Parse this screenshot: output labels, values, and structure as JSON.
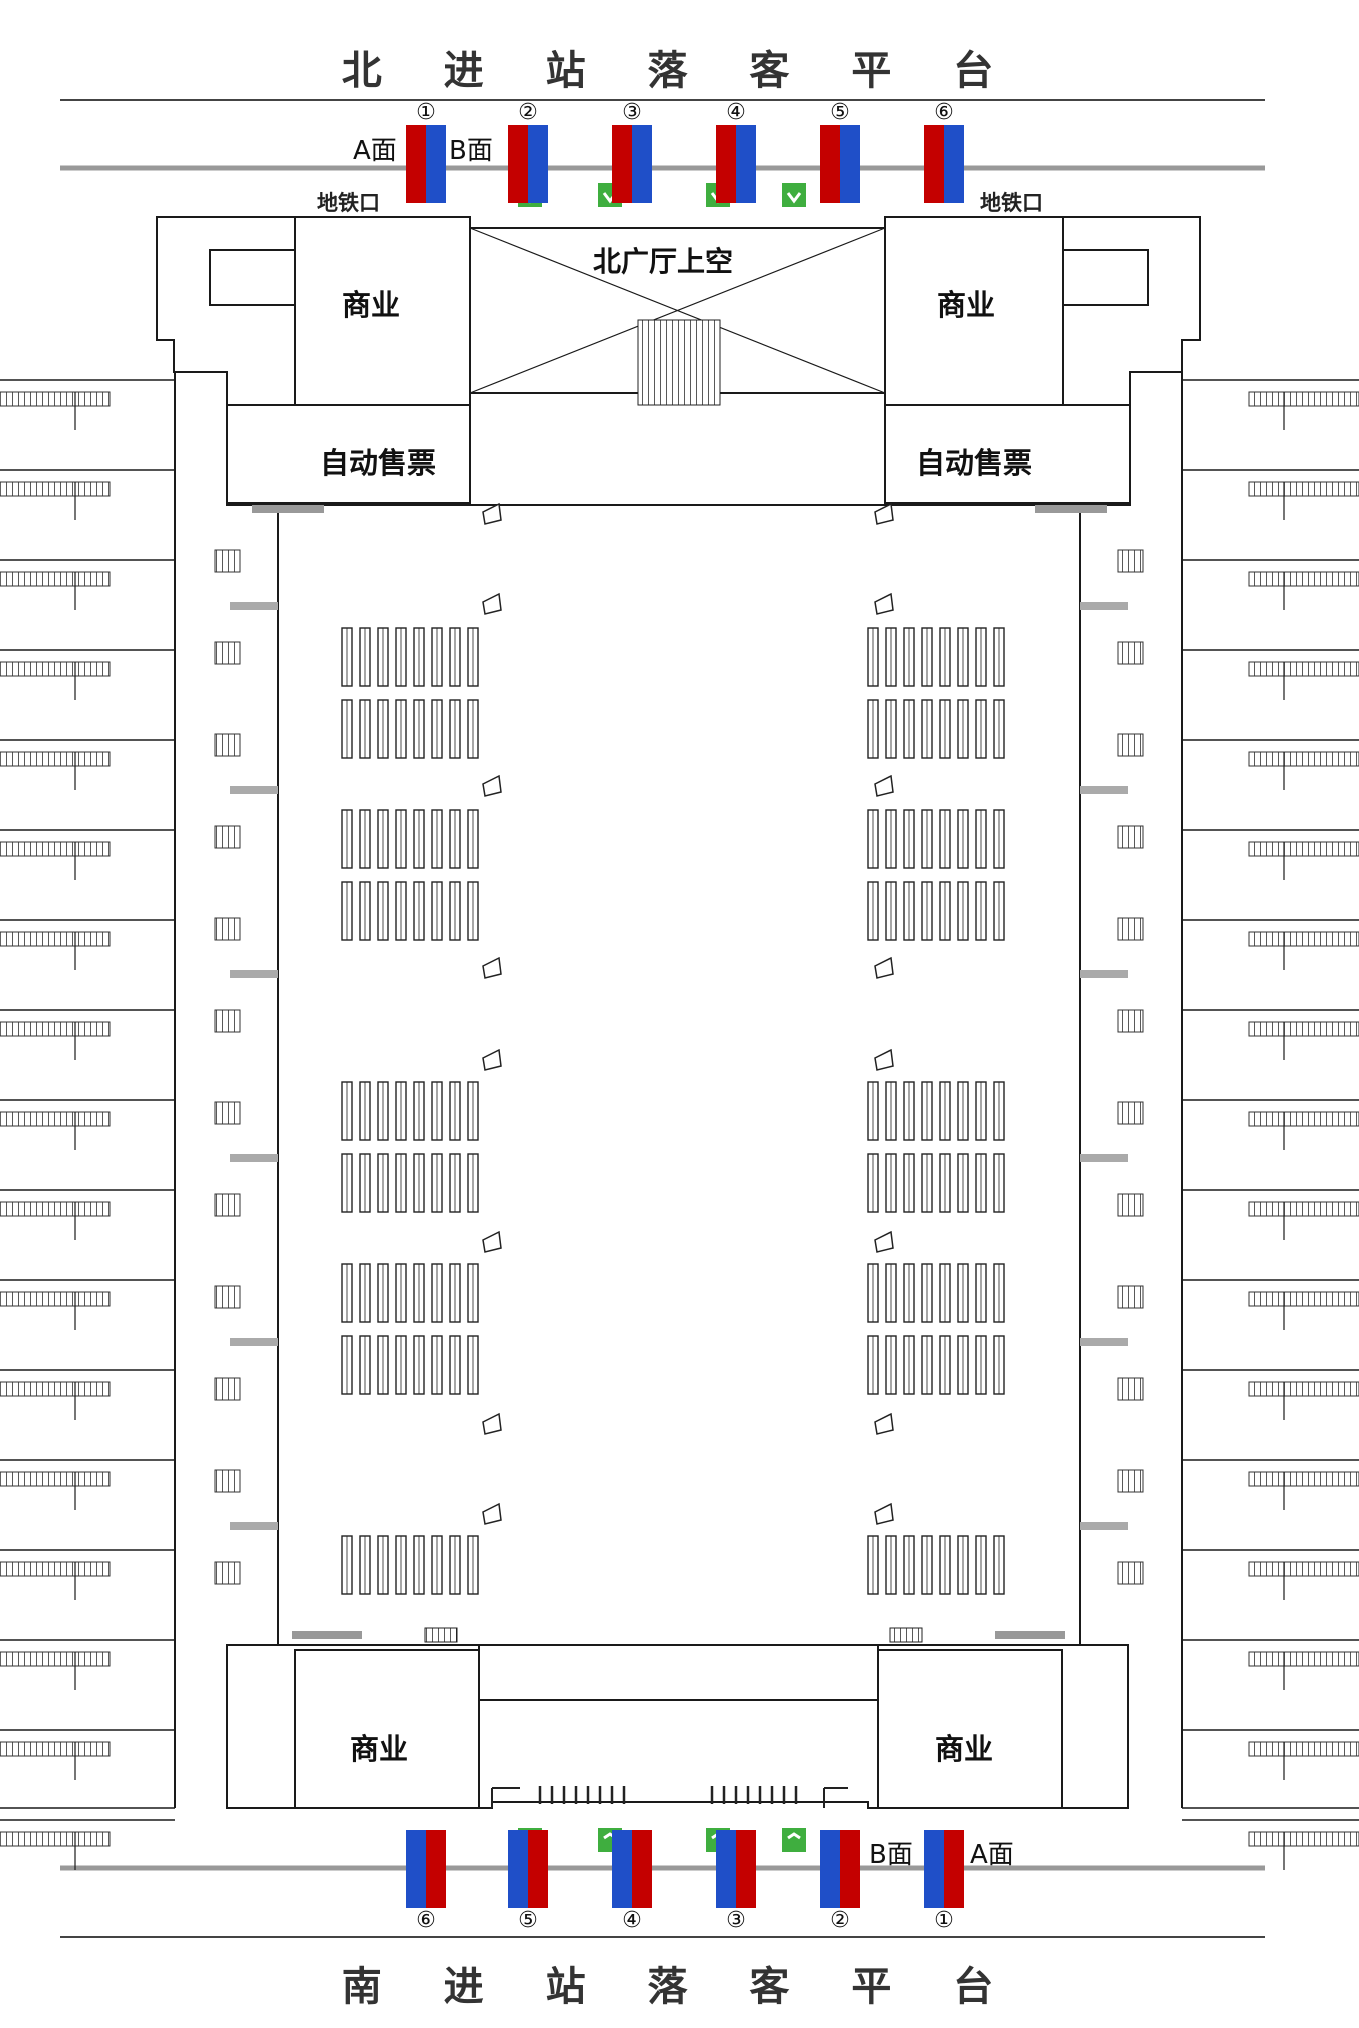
{
  "north_platform": "北 进 站 落 客 平 台",
  "south_platform": "南 进 站 落 客 平 台",
  "north_hall_void": "北广厅上空",
  "rooms": {
    "commercial_nw": "商业",
    "commercial_ne": "商业",
    "ticketing_nw": "自动售票",
    "ticketing_ne": "自动售票",
    "commercial_sw": "商业",
    "commercial_se": "商业"
  },
  "metro_entrances": {
    "left": "地铁口",
    "right": "地铁口"
  },
  "north_faces": {
    "a": "A面",
    "b": "B面"
  },
  "south_faces": {
    "b": "B面",
    "a": "A面"
  },
  "north_numbers": [
    "①",
    "②",
    "③",
    "④",
    "⑤",
    "⑥"
  ],
  "south_numbers": [
    "⑥",
    "⑤",
    "④",
    "③",
    "②",
    "①"
  ],
  "colors": {
    "red": "#c40000",
    "blue": "#1f4fc8",
    "line": "#1a1a1a",
    "exit_green": "#3fae3f"
  },
  "icons": [
    "escalator-icon",
    "exit-arrow-icon"
  ]
}
